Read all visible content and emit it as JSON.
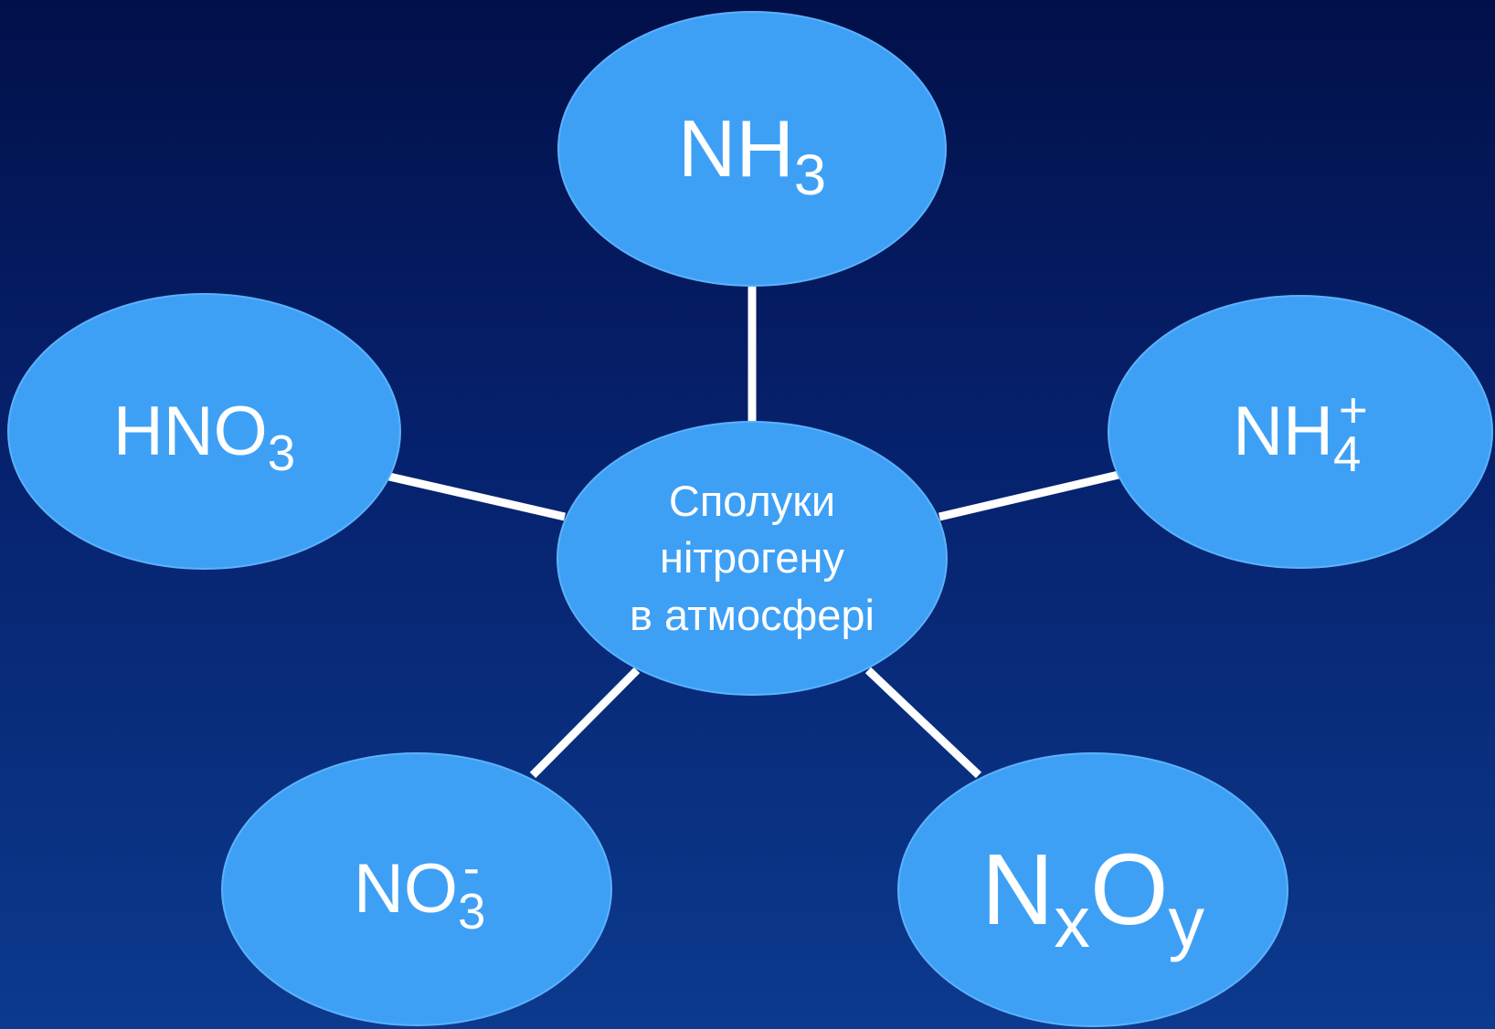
{
  "diagram": {
    "center": {
      "label_lines": [
        "Сполуки",
        "нітрогену",
        "в атмосфері"
      ]
    },
    "nodes": {
      "nh3": {
        "base": "NH",
        "sub": "3",
        "sup": ""
      },
      "hno3": {
        "base": "HNO",
        "sub": "3",
        "sup": ""
      },
      "nh4": {
        "base": "NH",
        "sub": "4",
        "sup": "+"
      },
      "no3": {
        "base": "NO",
        "sub": "3",
        "sup": "-"
      },
      "nxoy": {
        "base1": "N",
        "sub1": "x",
        "base2": "O",
        "sub2": "y"
      }
    },
    "colors": {
      "node_fill": "#3ea0f5",
      "connector": "#ffffff",
      "background_top": "#02104a",
      "background_bottom": "#0c3a8e"
    }
  }
}
